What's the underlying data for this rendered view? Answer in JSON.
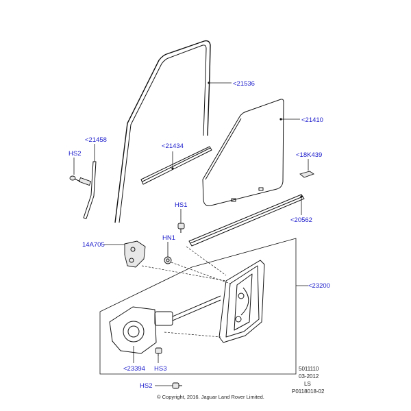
{
  "callouts": {
    "weatherstrip": "<21536",
    "glass": "<21410",
    "guide_channel": "<21458",
    "hs2_top": "HS2",
    "belt_strip_inner": "<21434",
    "clip": "<18K439",
    "hs1": "HS1",
    "belt_strip_outer": "<20562",
    "handle_bracket": "14A705",
    "hn1": "HN1",
    "regulator": "<23200",
    "motor": "<23394",
    "hs3": "HS3",
    "hs2_bottom": "HS2"
  },
  "footer": {
    "code": "5011110",
    "date": "03-2012",
    "initials": "LS",
    "ref": "P0118018-02",
    "copyright": "© Copyright, 2016. Jaguar Land Rover Limited."
  }
}
